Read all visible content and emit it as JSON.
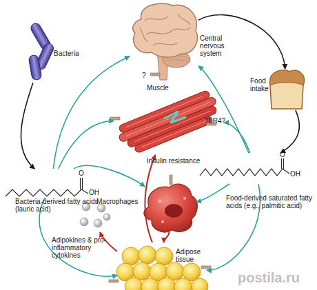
{
  "diagram": {
    "nodes": [
      {
        "text": [
          "Bacteria"
        ]
      },
      {
        "text": [
          "Central nervous system"
        ]
      },
      {
        "text": [
          "Food intake"
        ]
      },
      {
        "text": [
          "Muscle",
          "Insulin resistance"
        ]
      },
      {
        "text": [
          "Bacteria-derived fatty acids (lauric acid)"
        ]
      },
      {
        "text": [
          "Macrophages"
        ]
      },
      {
        "text": [
          "Food-derived saturated fatty acids (e.g., palmitic acid)"
        ]
      },
      {
        "text": [
          "Adipokines & pro-inflammatory cytokines"
        ]
      },
      {
        "text": [
          "Adipose tissue"
        ]
      }
    ],
    "edges": [
      {
        "from": 0,
        "to": 4,
        "arrow": "to"
      },
      {
        "from": 1,
        "to": 2,
        "arrow": "to"
      },
      {
        "from": 2,
        "to": 6,
        "arrow": "to"
      },
      {
        "from": 4,
        "to": 1,
        "arrow": "to"
      },
      {
        "from": 4,
        "to": 3,
        "arrow": "to"
      },
      {
        "from": 4,
        "to": 5,
        "arrow": "to"
      },
      {
        "from": 4,
        "to": 8,
        "arrow": "to"
      },
      {
        "from": 6,
        "to": 1,
        "arrow": "to"
      },
      {
        "from": 6,
        "to": 3,
        "arrow": "to"
      },
      {
        "from": 6,
        "to": 5,
        "arrow": "to"
      },
      {
        "from": 6,
        "to": 8,
        "arrow": "to"
      },
      {
        "from": 8,
        "to": 3,
        "arrow": "to"
      },
      {
        "from": 8,
        "to": 7,
        "arrow": "to"
      },
      {
        "from": 5,
        "to": 8,
        "arrow": "to"
      }
    ],
    "labels": [
      "?",
      "TLR4?",
      "O",
      "OH",
      "O",
      "OH",
      "postila.ru"
    ]
  }
}
